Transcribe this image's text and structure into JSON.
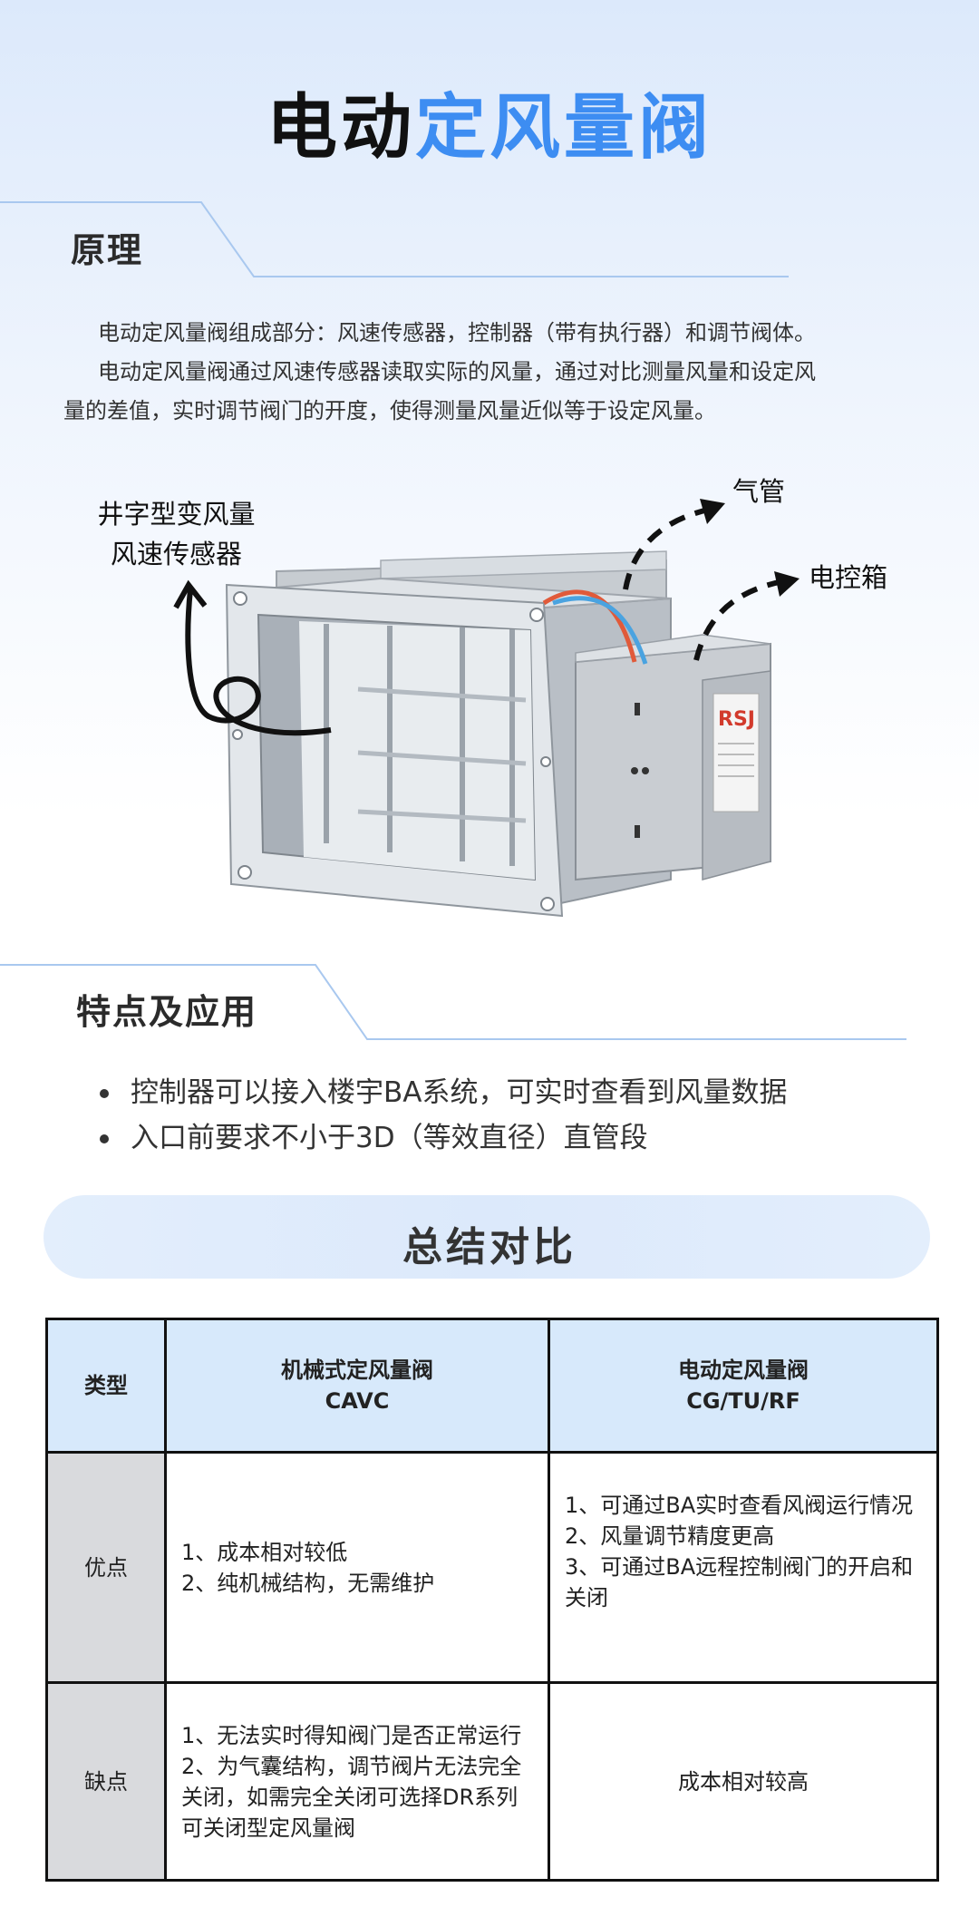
{
  "title": {
    "part1": "电动",
    "part2": "定风量阀"
  },
  "principle": {
    "heading": "原理",
    "p1": "电动定风量阀组成部分：风速传感器，控制器（带有执行器）和调节阀体。",
    "p2_line1": "电动定风量阀通过风速传感器读取实际的风量，通过对比测量风量和设定风",
    "p2_line2": "量的差值，实时调节阀门的开度，使得测量风量近似等于设定风量。"
  },
  "diagram": {
    "label_sensor_line1": "井字型变风量",
    "label_sensor_line2": "风速传感器",
    "label_pipe": "气管",
    "label_box": "电控箱",
    "brand_mark": "RSJ"
  },
  "features": {
    "heading": "特点及应用",
    "items": [
      "控制器可以接入楼宇BA系统，可实时查看到风量数据",
      "入口前要求不小于3D（等效直径）直管段"
    ]
  },
  "summary": {
    "heading": "总结对比",
    "table": {
      "header": {
        "type": "类型",
        "col1_line1": "机械式定风量阀",
        "col1_line2": "CAVC",
        "col2_line1": "电动定风量阀",
        "col2_line2": "CG/TU/RF"
      },
      "rows": [
        {
          "label": "优点",
          "col1": [
            "1、成本相对较低",
            "2、纯机械结构，无需维护"
          ],
          "col2": [
            "1、可通过BA实时查看风阀运行情况",
            "2、风量调节精度更高",
            "3、可通过BA远程控制阀门的开启和",
            "关闭"
          ]
        },
        {
          "label": "缺点",
          "col1": [
            "1、无法实时得知阀门是否正常运行",
            "2、为气囊结构，调节阀片无法完全",
            "关闭，如需完全关闭可选择DR系列",
            "可关闭型定风量阀"
          ],
          "col2": [
            "成本相对较高"
          ]
        }
      ]
    }
  },
  "colors": {
    "accent": "#3d8df2",
    "header_bg": "#d7e9fb",
    "row_label_bg": "#d9dadd"
  }
}
